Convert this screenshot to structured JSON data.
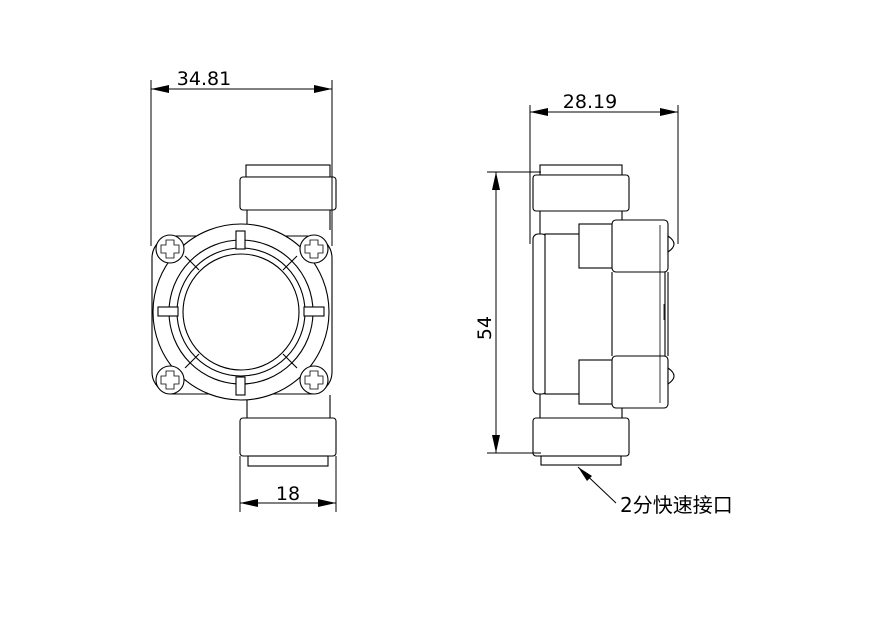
{
  "dimensions": {
    "front_width": "34.81",
    "side_width": "28.19",
    "height": "54",
    "port_width": "18"
  },
  "annotation": {
    "connector_label": "2分快速接口"
  }
}
